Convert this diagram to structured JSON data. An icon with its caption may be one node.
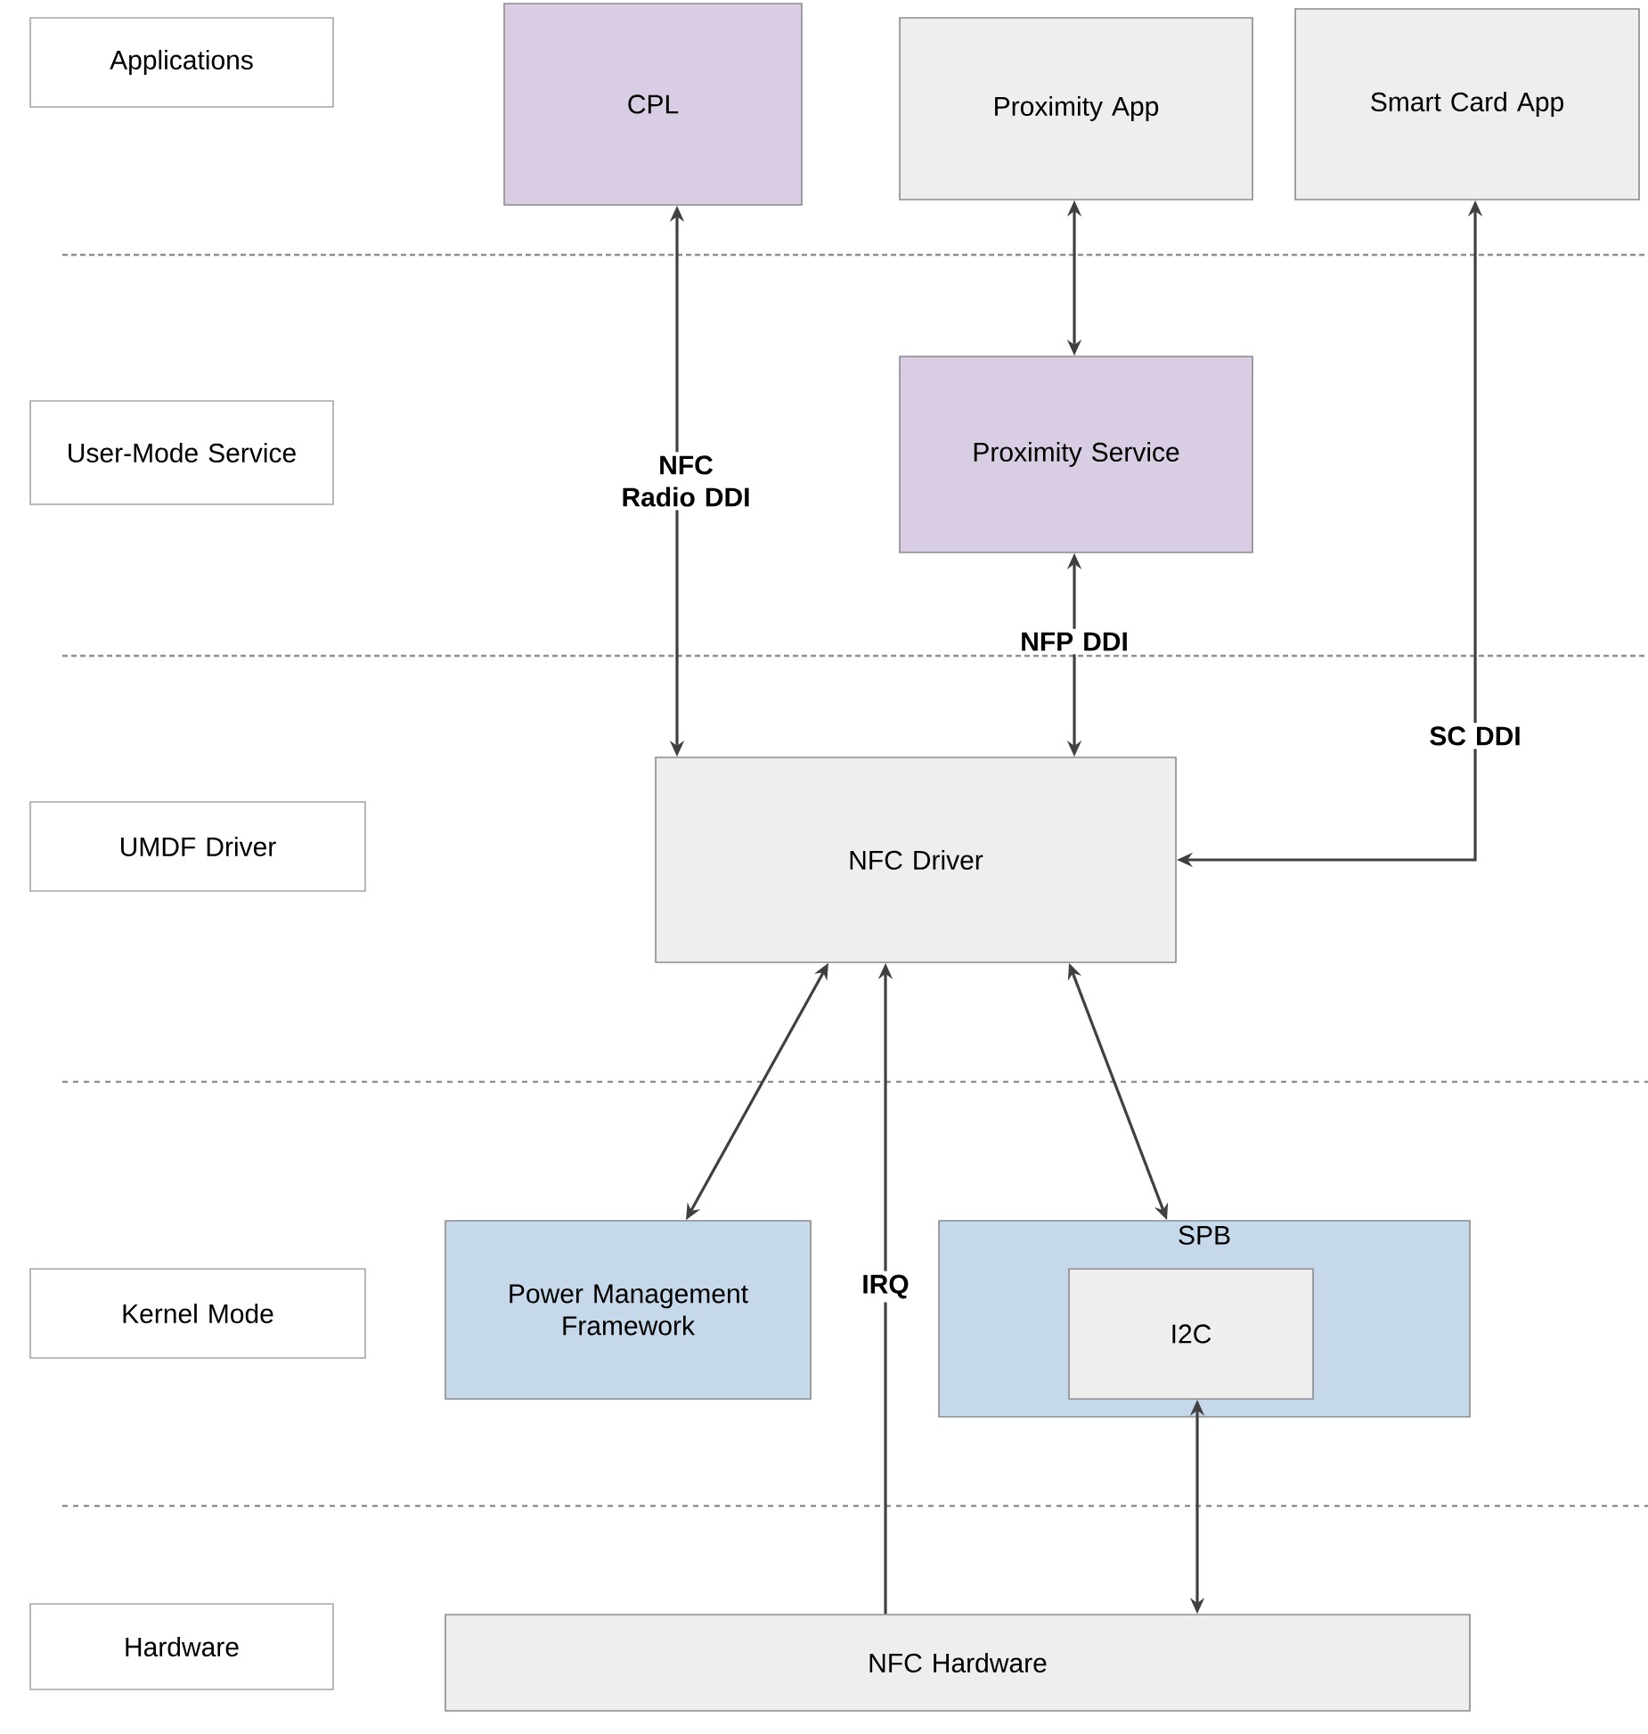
{
  "diagram": {
    "nodes": [
      {
        "text": [
          "Applications"
        ]
      },
      {
        "text": [
          "User-Mode Service"
        ]
      },
      {
        "text": [
          "UMDF Driver"
        ]
      },
      {
        "text": [
          "Kernel Mode"
        ]
      },
      {
        "text": [
          "Hardware"
        ]
      },
      {
        "text": [
          "CPL"
        ]
      },
      {
        "text": [
          "Proximity App"
        ]
      },
      {
        "text": [
          "Smart Card App"
        ]
      },
      {
        "text": [
          "Proximity Service"
        ]
      },
      {
        "text": [
          "NFC Driver"
        ]
      },
      {
        "text": [
          "Power Management Framework"
        ]
      },
      {
        "text": [
          "SPB"
        ]
      },
      {
        "text": [
          "I2C"
        ],
        "in": 11
      },
      {
        "text": [
          "NFC Hardware"
        ]
      }
    ],
    "edges": [
      {
        "from": 5,
        "to": 9,
        "arrow": "both",
        "label": "NFC Radio DDI"
      },
      {
        "from": 6,
        "to": 8,
        "arrow": "both"
      },
      {
        "from": 8,
        "to": 9,
        "arrow": "both",
        "label": "NFP DDI"
      },
      {
        "from": 7,
        "to": 9,
        "arrow": "both",
        "label": "SC DDI"
      },
      {
        "from": 9,
        "to": 10,
        "arrow": "both"
      },
      {
        "from": 13,
        "to": 9,
        "arrow": "to",
        "label": "IRQ"
      },
      {
        "from": 9,
        "to": 11,
        "arrow": "both"
      },
      {
        "from": 12,
        "to": 13,
        "arrow": "both"
      }
    ]
  }
}
